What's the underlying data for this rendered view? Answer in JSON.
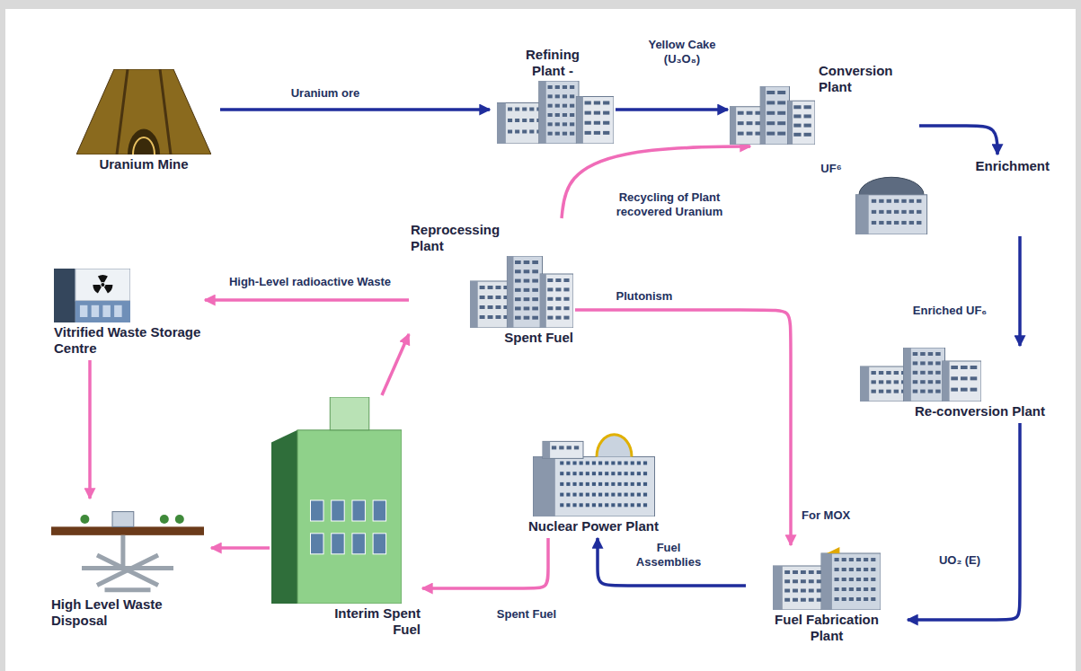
{
  "diagram": {
    "nodes": [
      {
        "text": [
          "Uranium Mine"
        ]
      },
      {
        "text": [
          "Refining Plant -"
        ]
      },
      {
        "text": [
          "Conversion Plant"
        ]
      },
      {
        "text": [
          "Enrichment"
        ]
      },
      {
        "text": [
          "Reprocessing Plant",
          "Spent Fuel"
        ]
      },
      {
        "text": [
          "Vitrified Waste Storage Centre"
        ]
      },
      {
        "text": [
          "Re-conversion Plant"
        ]
      },
      {
        "text": [
          "Nuclear Power Plant"
        ]
      },
      {
        "text": [
          "Fuel Fabrication Plant"
        ]
      },
      {
        "text": [
          "Interim Spent Fuel"
        ]
      },
      {
        "text": [
          "High Level Waste Disposal"
        ]
      }
    ],
    "edges": [
      {
        "from": 0,
        "to": 1,
        "arrow": "to",
        "label": "Uranium ore"
      },
      {
        "from": 1,
        "to": 2,
        "arrow": "to",
        "label": "Yellow Cake (U₃O₈)"
      },
      {
        "from": 2,
        "to": 3,
        "arrow": "to",
        "label": "UF⁶"
      },
      {
        "from": 3,
        "to": 6,
        "arrow": "to",
        "label": "Enriched UF₆"
      },
      {
        "from": 6,
        "to": 8,
        "arrow": "to",
        "label": "UO₂ (E)"
      },
      {
        "from": 8,
        "to": 7,
        "arrow": "to",
        "label": "Fuel Assemblies"
      },
      {
        "from": 7,
        "to": 9,
        "arrow": "to",
        "label": "Spent Fuel"
      },
      {
        "from": 9,
        "to": 4,
        "arrow": "to"
      },
      {
        "from": 9,
        "to": 10,
        "arrow": "to"
      },
      {
        "from": 4,
        "to": 5,
        "arrow": "to",
        "label": "High-Level radioactive Waste"
      },
      {
        "from": 5,
        "to": 10,
        "arrow": "to"
      },
      {
        "from": 4,
        "to": 2,
        "arrow": "to",
        "label": "Recycling of Plant recovered Uranium"
      },
      {
        "from": 4,
        "to": 8,
        "arrow": "to",
        "label": "Plutonism"
      }
    ],
    "labels": [
      "For MOX"
    ]
  }
}
